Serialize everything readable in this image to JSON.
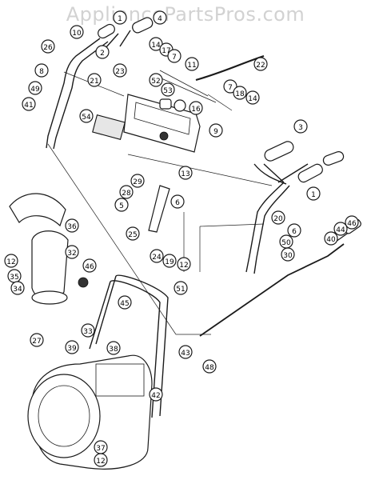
{
  "watermark": "AppliancePartsPros.com",
  "callouts": [
    "10",
    "2",
    "1",
    "4",
    "26",
    "21",
    "23",
    "14",
    "17",
    "7",
    "11",
    "22",
    "8",
    "49",
    "52",
    "53",
    "16",
    "7",
    "18",
    "14",
    "41",
    "54",
    "9",
    "3",
    "13",
    "29",
    "28",
    "6",
    "5",
    "1",
    "25",
    "24",
    "19",
    "12",
    "20",
    "6",
    "50",
    "46",
    "44",
    "40",
    "30",
    "36",
    "12",
    "32",
    "35",
    "34",
    "46",
    "51",
    "45",
    "27",
    "33",
    "39",
    "38",
    "43",
    "48",
    "42",
    "37",
    "12"
  ]
}
